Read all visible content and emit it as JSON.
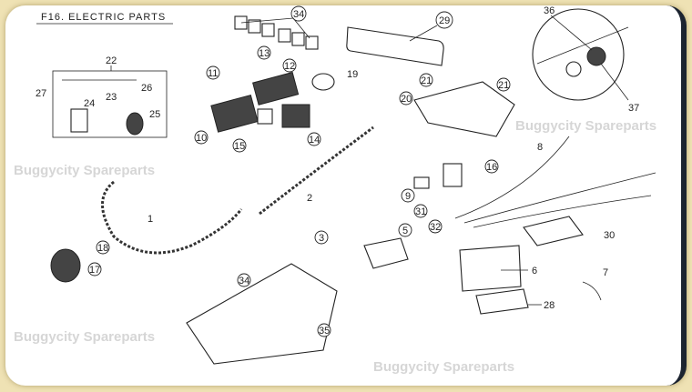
{
  "title": "F16. ELECTRIC PARTS",
  "watermark": "Buggycity Spareparts",
  "callouts": {
    "c34a": "34",
    "c29": "29",
    "c36": "36",
    "c37": "37",
    "c22": "22",
    "c27": "27",
    "c11": "11",
    "c13": "13",
    "c12": "12",
    "c19": "19",
    "c21a": "21",
    "c21b": "21",
    "c20": "20",
    "c26": "26",
    "c24": "24",
    "c23": "23",
    "c25": "25",
    "c10": "10",
    "c15": "15",
    "c14": "14",
    "c8": "8",
    "c16": "16",
    "c2": "2",
    "c1": "1",
    "c9": "9",
    "c31": "31",
    "c32": "32",
    "c3": "3",
    "c5": "5",
    "c18": "18",
    "c17": "17",
    "c30": "30",
    "c6": "6",
    "c7": "7",
    "c28": "28",
    "c34b": "34",
    "c35": "35"
  }
}
